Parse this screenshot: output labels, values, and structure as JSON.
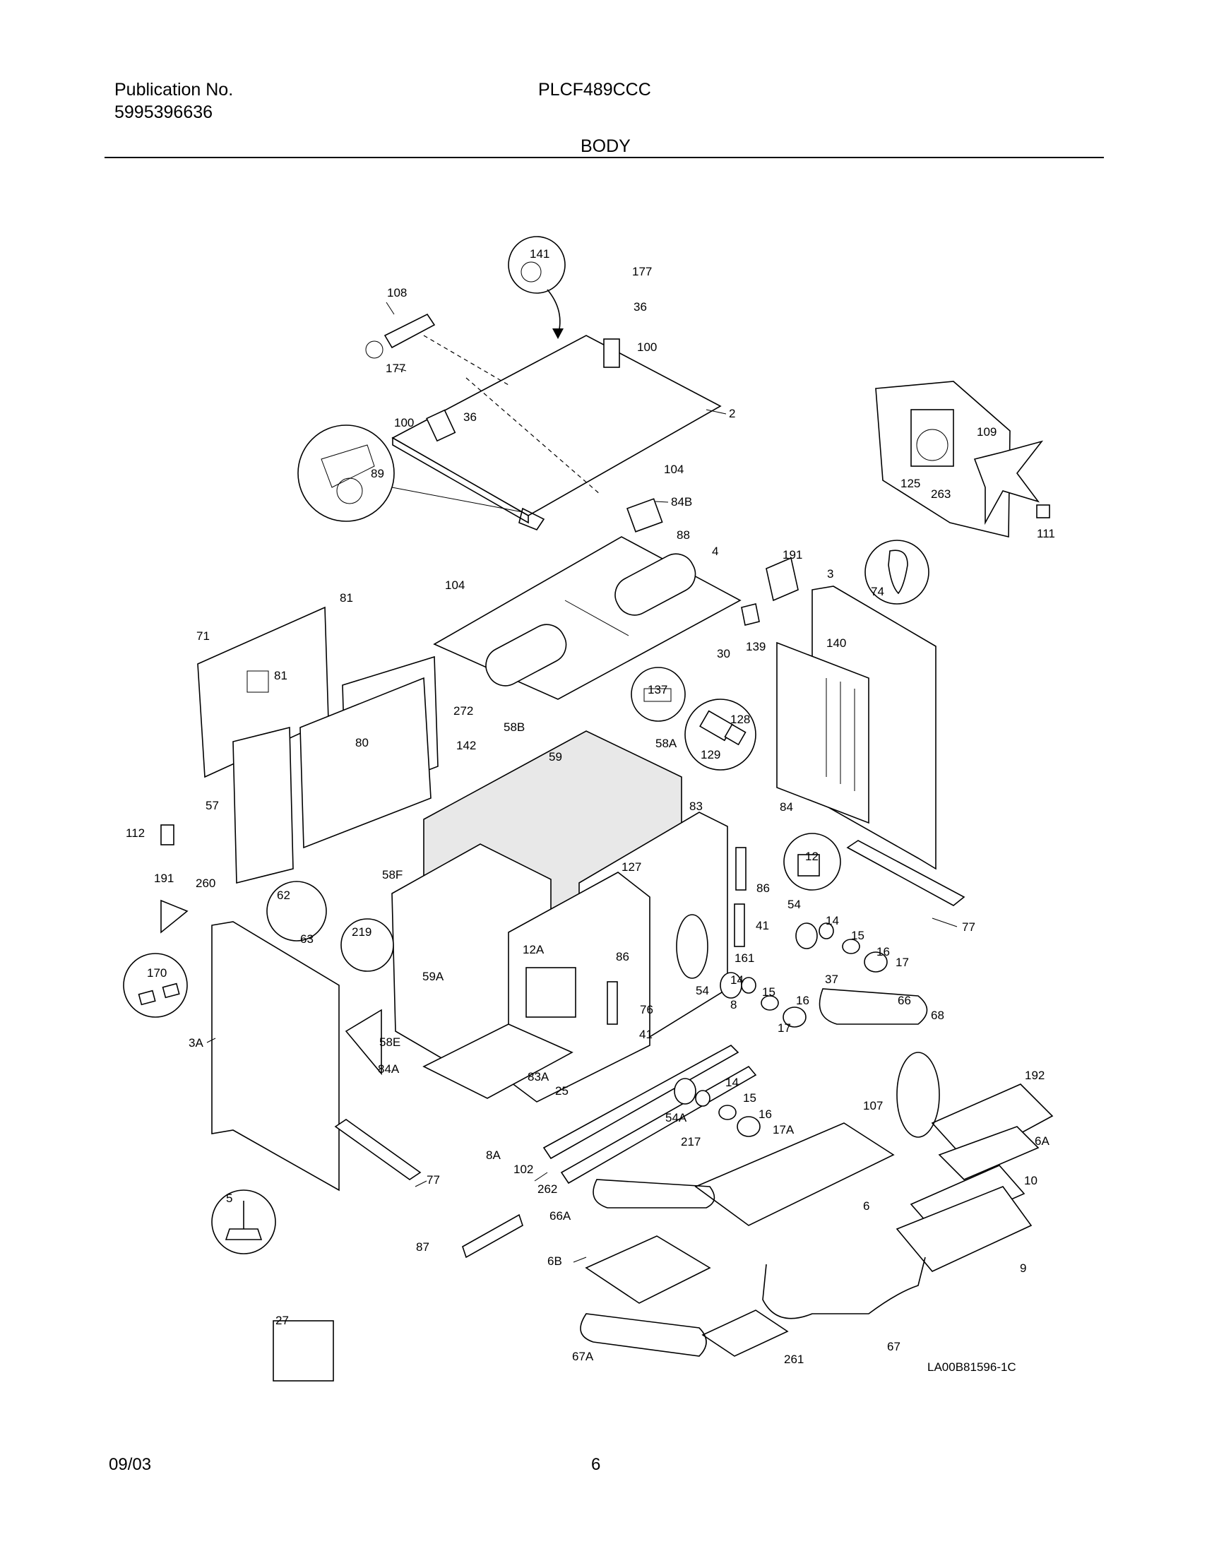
{
  "header": {
    "publication_label": "Publication No.",
    "publication_number": "5995396636",
    "model": "PLCF489CCC",
    "section": "BODY"
  },
  "footer": {
    "date": "09/03",
    "page": "6"
  },
  "diagram": {
    "code": "LA00B81596-1C",
    "callouts": [
      "141",
      "177",
      "36",
      "100",
      "108",
      "177",
      "36",
      "100",
      "2",
      "89",
      "104",
      "84B",
      "88",
      "4",
      "125",
      "109",
      "263",
      "111",
      "191",
      "3",
      "74",
      "104",
      "81",
      "71",
      "30",
      "139",
      "140",
      "81",
      "272",
      "137",
      "128",
      "129",
      "80",
      "58B",
      "142",
      "59",
      "58A",
      "57",
      "83",
      "84",
      "112",
      "12",
      "127",
      "86",
      "191",
      "260",
      "62",
      "58F",
      "63",
      "54",
      "14",
      "41",
      "15",
      "16",
      "77",
      "17",
      "219",
      "12A",
      "86",
      "161",
      "37",
      "170",
      "59A",
      "14",
      "54",
      "15",
      "16",
      "66",
      "68",
      "3A",
      "58E",
      "76",
      "8",
      "17",
      "84A",
      "41",
      "83A",
      "25",
      "14",
      "15",
      "192",
      "54A",
      "16",
      "17A",
      "107",
      "6A",
      "8A",
      "102",
      "217",
      "77",
      "262",
      "10",
      "6",
      "5",
      "66A",
      "87",
      "6B",
      "9",
      "27",
      "67A",
      "261",
      "67"
    ]
  }
}
